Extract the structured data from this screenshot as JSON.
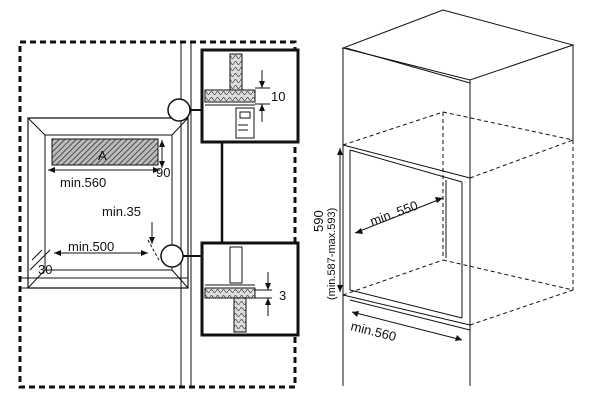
{
  "front_view": {
    "label_A": "A",
    "dim_min560": "min.560",
    "dim_90": "90",
    "dim_min35": "min.35",
    "dim_min500": "min.500",
    "dim_30": "30"
  },
  "details": {
    "top_dim": "10",
    "bottom_dim": "3"
  },
  "perspective_view": {
    "height_main": "590",
    "height_range": "(min.587-max.593)",
    "depth": "min. 550",
    "width": "min.560"
  }
}
